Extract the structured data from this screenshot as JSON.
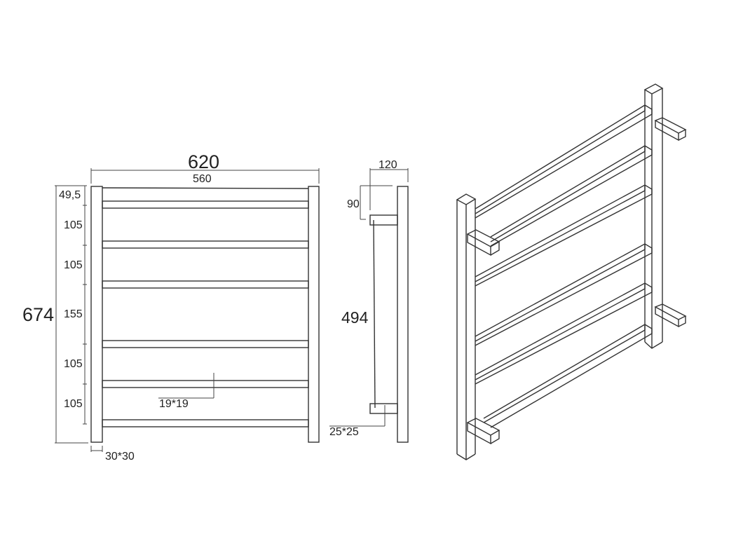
{
  "drawing": {
    "subject": "Heated towel rail technical drawing",
    "views": [
      "front-view",
      "side-view",
      "isometric-view"
    ]
  },
  "front_view": {
    "overall_width": "620",
    "inner_width": "560",
    "overall_height": "674",
    "spacings": [
      "49,5",
      "105",
      "105",
      "155",
      "105",
      "105"
    ],
    "bar_size": "19*19",
    "post_size": "30*30",
    "bar_count": 6
  },
  "side_view": {
    "depth": "120",
    "top_bracket_offset": "90",
    "bracket_spacing": "494",
    "bracket_size": "25*25"
  },
  "colors": {
    "line": "#333333",
    "dim_line": "#444444",
    "background": "#ffffff"
  }
}
